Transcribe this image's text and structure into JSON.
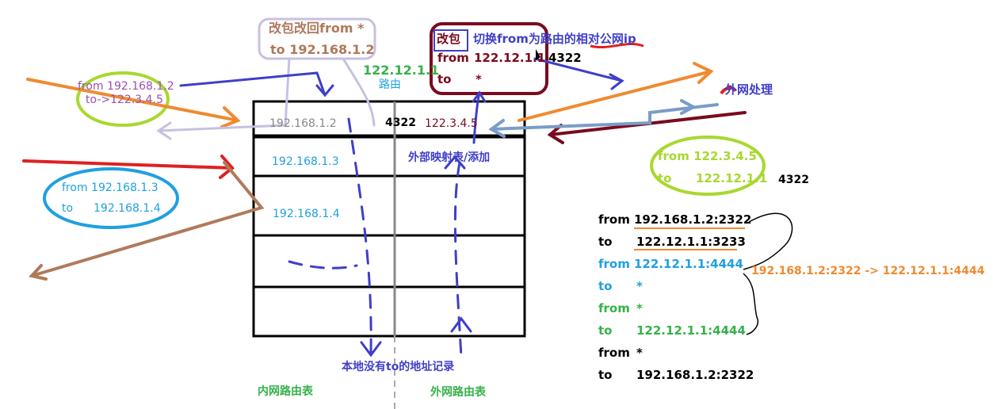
{
  "colors": {
    "purple": "#9b4fb0",
    "tan": "#b0785a",
    "lavender": "#c8c0e0",
    "blue_arrow": "#3f3fc8",
    "cyan": "#1fa0e0",
    "green": "#36b14a",
    "lime": "#a8d830",
    "red": "#e02020",
    "maroon": "#7a0a1e",
    "orange": "#f08a30",
    "brown": "#b07a5a",
    "steel": "#7a9cc8"
  },
  "note_modify_back": {
    "line1": "改包改回from *",
    "line2": "to 192.168.1.2"
  },
  "router": {
    "ip": "122.12.1.1",
    "label": "路由"
  },
  "note_modify": {
    "tag": "改包",
    "desc": "切换from为路由的相对公网ip",
    "from_label": "from",
    "from_ip": "122.12.1.1",
    "port": "4322",
    "to_label": "to",
    "to_value": "*"
  },
  "outside_processing": "外网处理",
  "packet_out": {
    "from": "from 192.168.1.2",
    "to": "to->122.3.4.5"
  },
  "packet_local": {
    "from": "from 192.168.1.3",
    "to": "to",
    "to_ip": "192.168.1.4"
  },
  "packet_return": {
    "from": "from 122.3.4.5",
    "to": "to",
    "to_ip": "122.12.1.1",
    "port": "4322"
  },
  "table": {
    "rows": [
      {
        "lan_ip": "192.168.1.2",
        "port": "4322",
        "wan_ip": "122.3.4.5"
      },
      {
        "lan_ip": "192.168.1.3",
        "wan_note": "外部映射表/添加"
      },
      {
        "lan_ip": "192.168.1.4"
      }
    ],
    "lan_title": "内网路由表",
    "wan_title": "外网路由表",
    "no_record_note": "本地没有to的地址记录"
  },
  "right_list": [
    {
      "key": "from",
      "value": "192.168.1.2:2322",
      "color": "black"
    },
    {
      "key": "to",
      "value": "122.12.1.1:3233",
      "color": "black"
    },
    {
      "key": "from",
      "value": "122.12.1.1:4444",
      "color": "cyan"
    },
    {
      "key": "to",
      "value": "*",
      "color": "cyan"
    },
    {
      "key": "from",
      "value": "*",
      "color": "green"
    },
    {
      "key": "to",
      "value": "122.12.1.1:4444",
      "color": "green"
    },
    {
      "key": "from",
      "value": "*",
      "color": "black"
    },
    {
      "key": "to",
      "value": "192.168.1.2:2322",
      "color": "black"
    }
  ],
  "mapping_note": "192.168.1.2:2322 -> 122.12.1.1:4444"
}
